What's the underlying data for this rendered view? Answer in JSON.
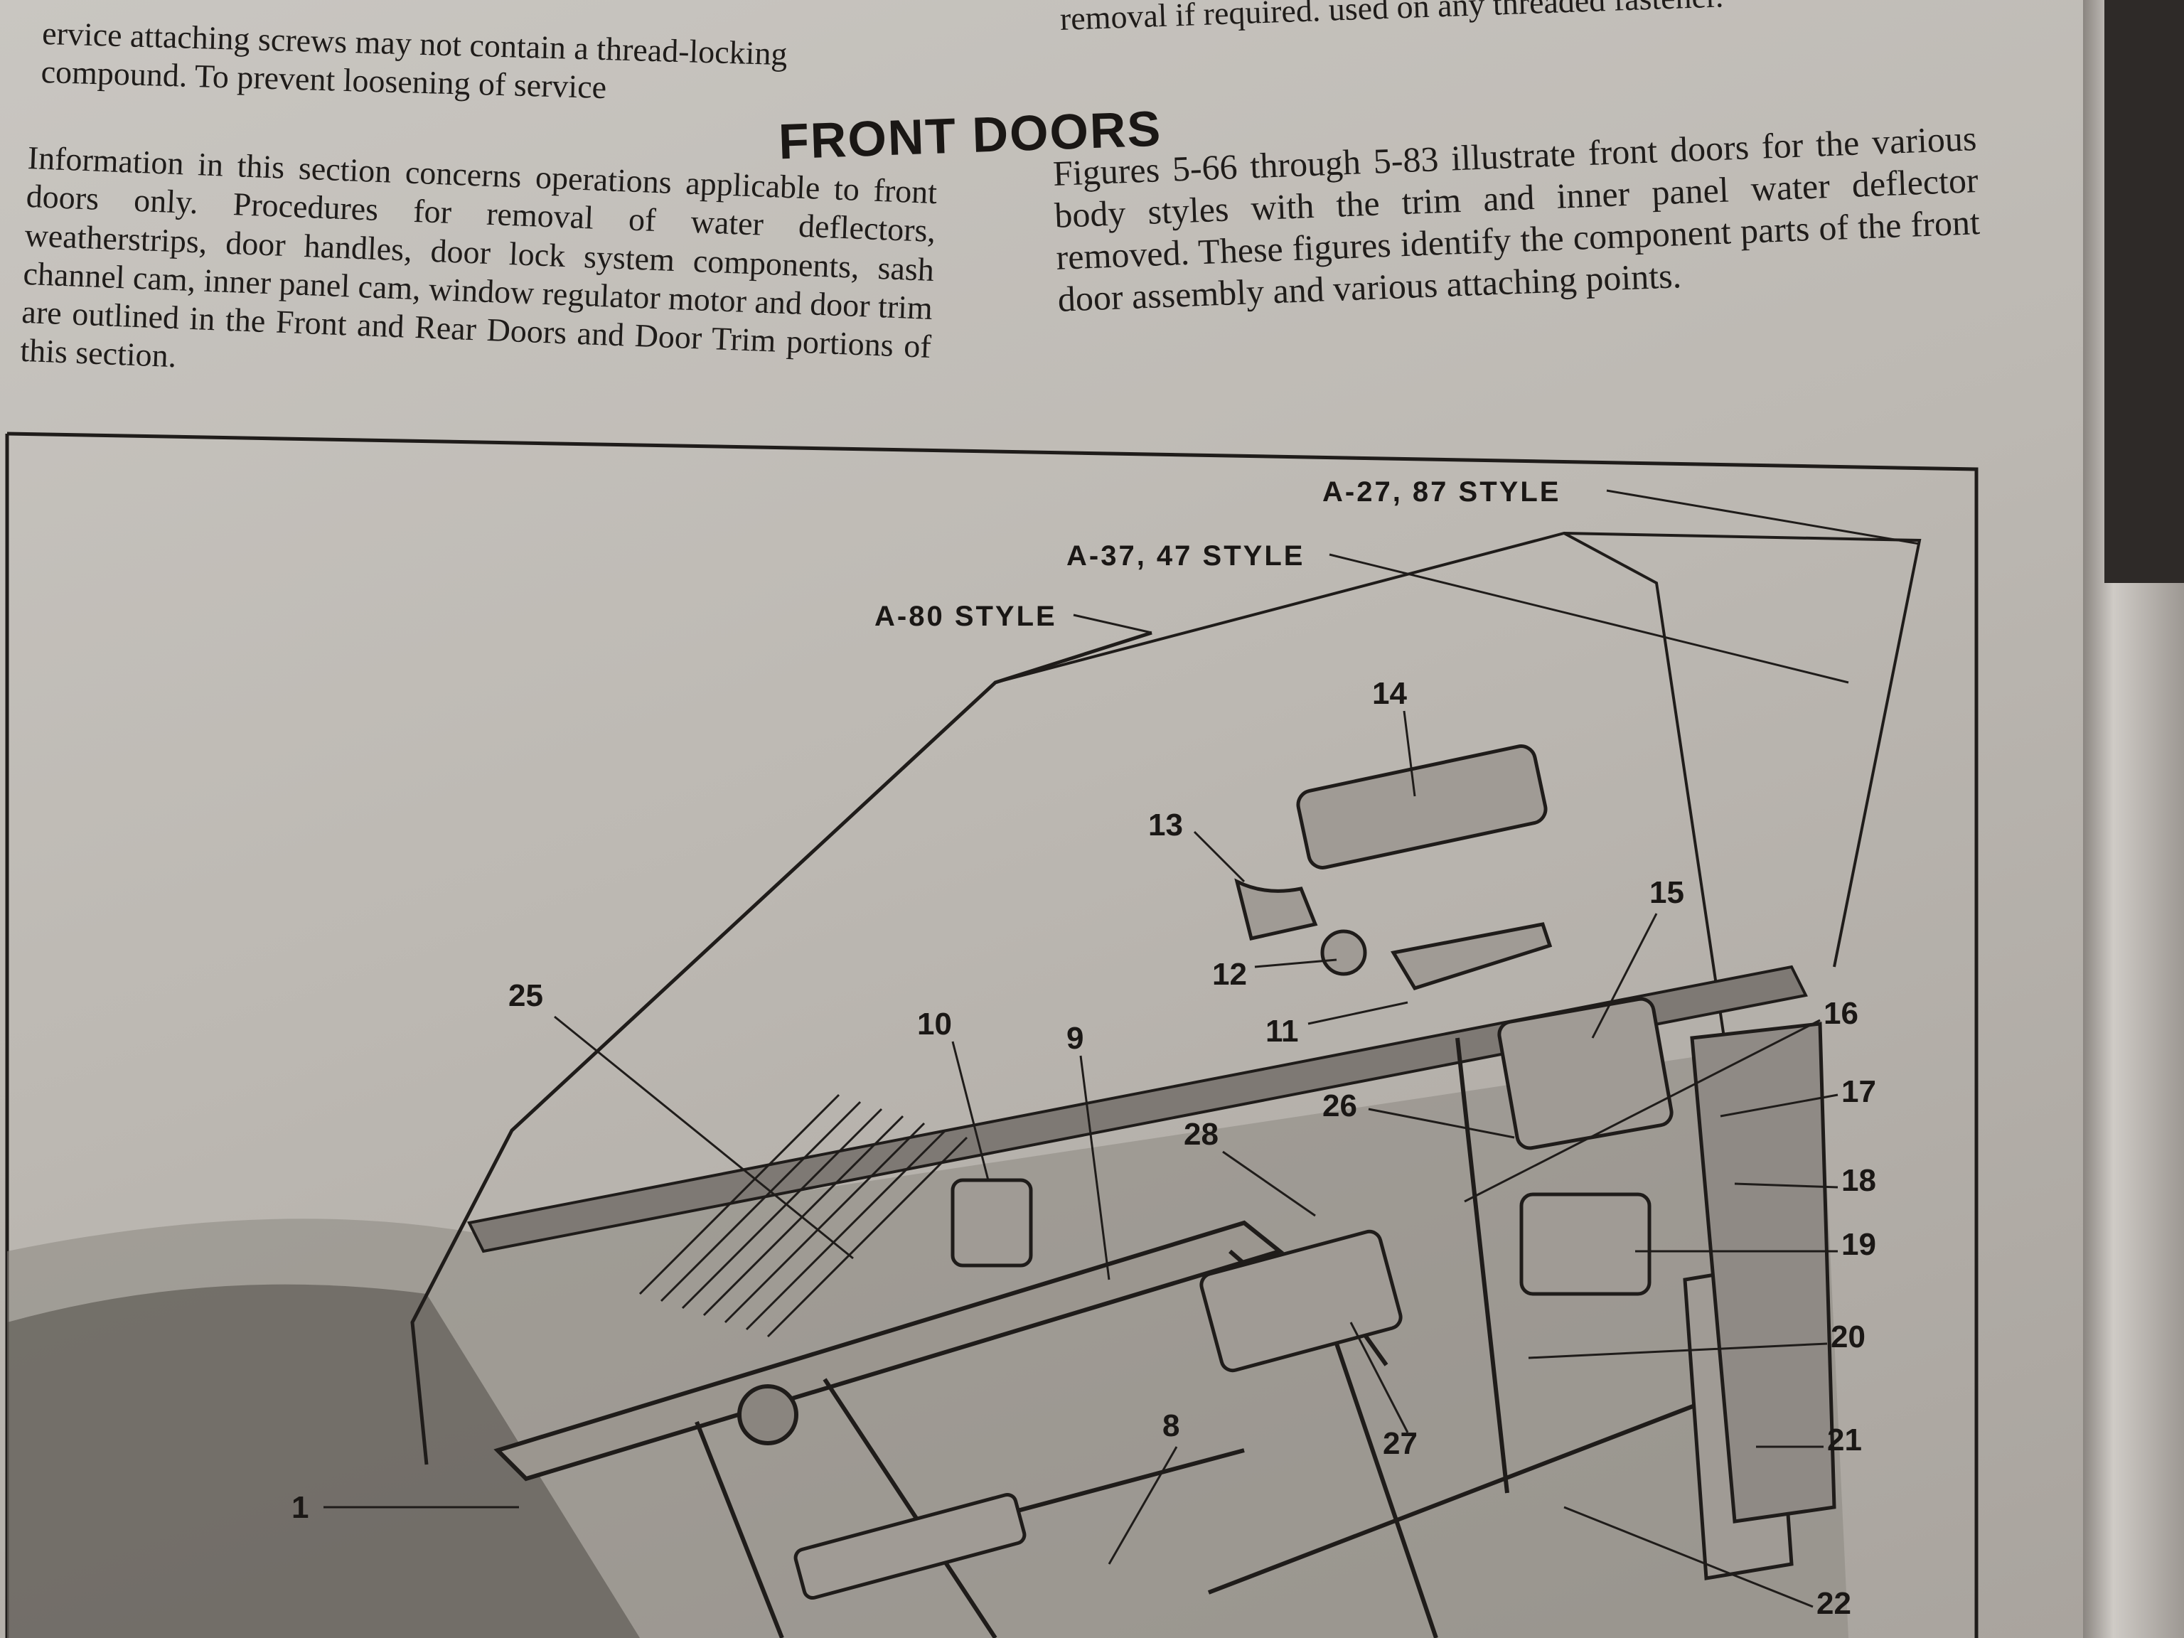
{
  "top_left_text": "ervice attaching screws may not contain a thread-locking compound. To prevent loosening of service",
  "top_right_text": "removal if required. used on any threaded fastener.",
  "heading": "FRONT DOORS",
  "left_paragraph": "Information in this section concerns operations applicable to front doors only. Procedures for removal of water deflectors, weatherstrips, door handles, door lock system components, sash channel cam, inner panel cam, window regulator motor and door trim are outlined in the Front and Rear Doors and Door Trim portions of this section.",
  "right_paragraph": "Figures 5-66 through 5-83 illustrate front doors for the various body styles with the trim and inner panel water deflector removed. These figures identify the component parts of the front door assembly and various attaching points.",
  "diagram": {
    "style_labels": [
      "A-27, 87 STYLE",
      "A-37, 47 STYLE",
      "A-80 STYLE"
    ],
    "callouts": [
      "14",
      "13",
      "15",
      "12",
      "11",
      "25",
      "10",
      "9",
      "16",
      "17",
      "26",
      "28",
      "18",
      "19",
      "20",
      "8",
      "27",
      "21",
      "1",
      "22"
    ]
  },
  "colors": {
    "paper": "#c2beb8",
    "ink": "#1f1c1a",
    "background": "#6f6a66"
  }
}
